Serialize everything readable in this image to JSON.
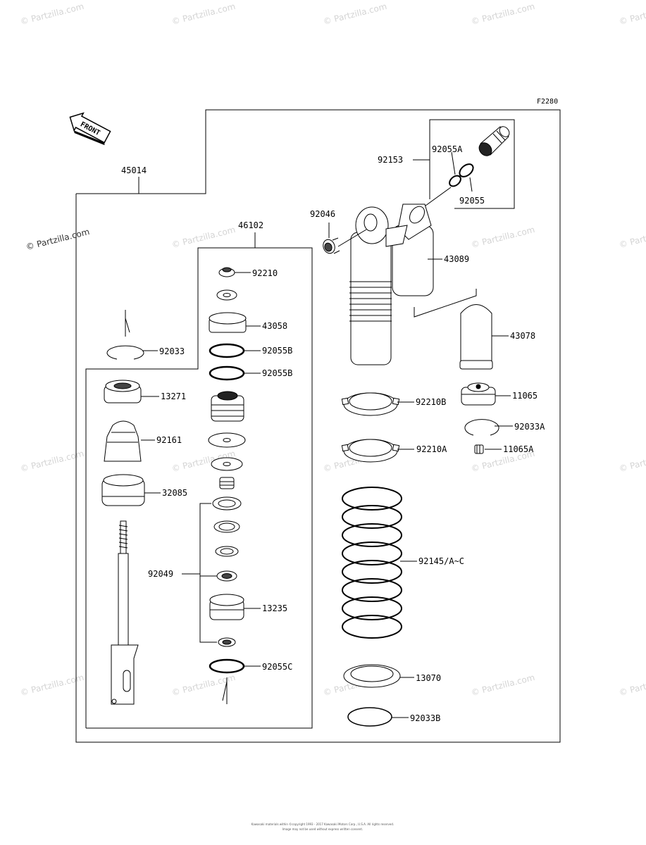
{
  "diagram_code": "F2280",
  "front_label": "FRONT",
  "watermark": "© Partzilla.com",
  "footer": {
    "line1": "Kawasaki materials within ©copyright 1993 - 2017 Kawasaki Motors Corp., U.S.A. All rights reserved.",
    "line2": "Image may not be used without express written consent."
  },
  "parts": {
    "p45014": "45014",
    "p46102": "46102",
    "p92153": "92153",
    "p92055A": "92055A",
    "p92055": "92055",
    "p92046": "92046",
    "p43089": "43089",
    "p92210": "92210",
    "p43058": "43058",
    "p92055B_1": "92055B",
    "p92055B_2": "92055B",
    "p92033": "92033",
    "p13271": "13271",
    "p92161": "92161",
    "p32085": "32085",
    "p92049": "92049",
    "p13235": "13235",
    "p92055C": "92055C",
    "p43078": "43078",
    "p92210B": "92210B",
    "p11065": "11065",
    "p92033A": "92033A",
    "p92210A": "92210A",
    "p11065A": "11065A",
    "p92145": "92145/A~C",
    "p13070": "13070",
    "p92033B": "92033B"
  }
}
